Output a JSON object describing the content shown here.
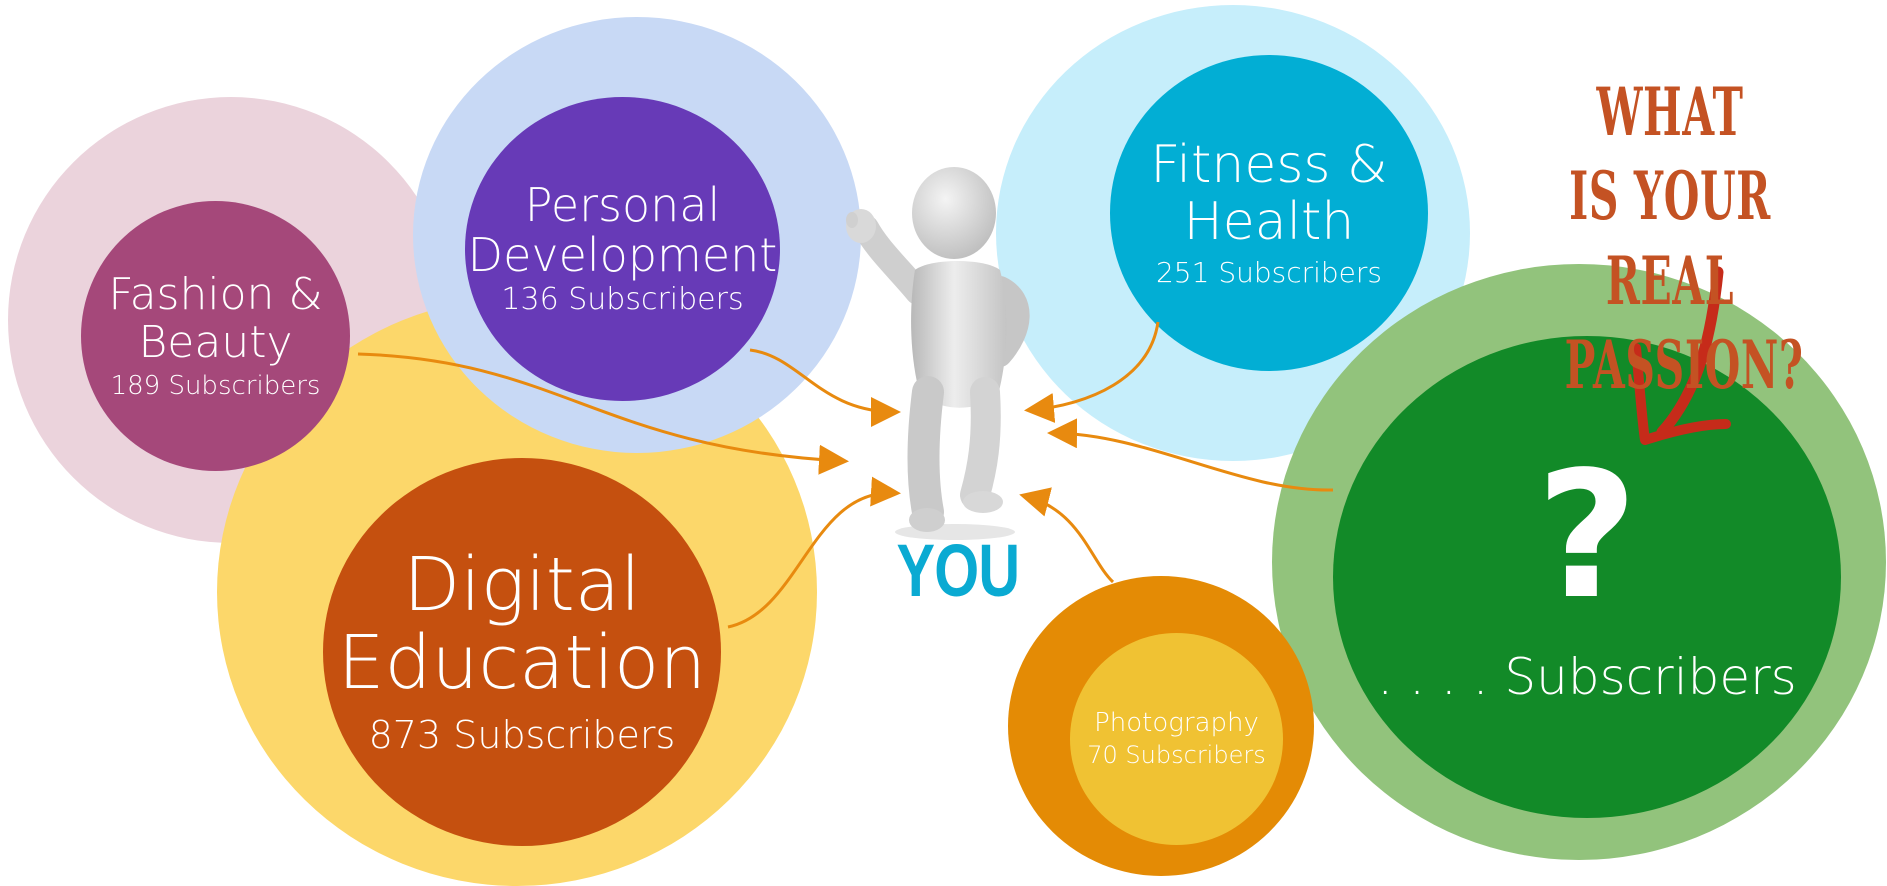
{
  "center": {
    "label": "YOU"
  },
  "callout": {
    "line1": "WHAT IS YOUR",
    "line2": "REAL PASSION?"
  },
  "categories": [
    {
      "title_line1": "Fashion &",
      "title_line2": "Beauty",
      "subscribers": "189 Subscribers",
      "outer_color": "#EBD3DC",
      "inner_color": "#A5487A"
    },
    {
      "title_line1": "Personal",
      "title_line2": "Development",
      "subscribers": "136 Subscribers",
      "outer_color": "#C8D9F5",
      "inner_color": "#673AB7"
    },
    {
      "title_line1": "Digital",
      "title_line2": "Education",
      "subscribers": "873 Subscribers",
      "outer_color": "#FCD76A",
      "inner_color": "#C5500F"
    },
    {
      "title_line1": "Fitness &",
      "title_line2": "Health",
      "subscribers": "251 Subscribers",
      "outer_color": "#C6EEFB",
      "inner_color": "#02AED4"
    },
    {
      "title_line1": "Photography",
      "subscribers": "70 Subscribers",
      "outer_color": "#E48B05",
      "inner_color": "#F0C233"
    },
    {
      "question": "?",
      "subscribers": ". . . . Subscribers",
      "outer_color": "#92C37C",
      "inner_color": "#128A28"
    }
  ],
  "colors": {
    "arrow": "#E88A0F",
    "callout": "#C45223",
    "you": "#0AAAD2"
  }
}
